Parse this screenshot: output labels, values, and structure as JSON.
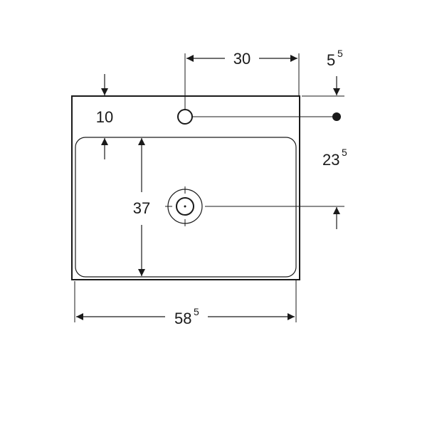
{
  "dimensions": {
    "top_width": {
      "main": "30",
      "sup": ""
    },
    "right_offset": {
      "main": "5",
      "sup": "5"
    },
    "rim_depth": {
      "main": "10",
      "sup": ""
    },
    "bowl_depth": {
      "main": "37",
      "sup": ""
    },
    "side_height": {
      "main": "23",
      "sup": "5"
    },
    "overall_width": {
      "main": "58",
      "sup": "5"
    }
  }
}
